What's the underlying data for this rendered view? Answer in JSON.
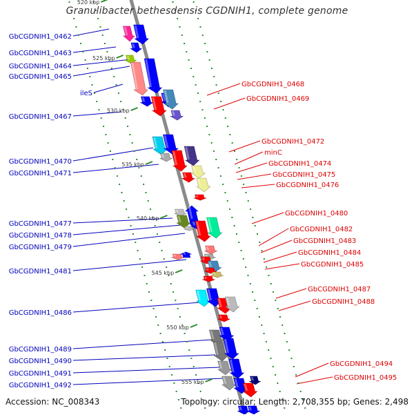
{
  "title": "Granulibacter bethesdensis CGDNIH1, complete genome",
  "footer": {
    "accession": "Accession: NC_008343",
    "topology": "Topology: circular; Length: 2,708,355 bp; Genes: 2,498"
  },
  "colors": {
    "backbone": "#8a8a8a",
    "tick": "#2a8a2a",
    "left_label": "#0000bb",
    "right_label": "#dd0000"
  },
  "scale": {
    "labels": [
      "520 kbp",
      "525 kbp",
      "530 kbp",
      "535 kbp",
      "540 kbp",
      "545 kbp",
      "550 kbp",
      "555 kbp"
    ]
  },
  "genes": {
    "left": [
      "GbCGDNIH1_0462",
      "GbCGDNIH1_0463",
      "GbCGDNIH1_0464",
      "GbCGDNIH1_0465",
      "ileS",
      "GbCGDNIH1_0467",
      "GbCGDNIH1_0470",
      "GbCGDNIH1_0471",
      "GbCGDNIH1_0477",
      "GbCGDNIH1_0478",
      "GbCGDNIH1_0479",
      "GbCGDNIH1_0481",
      "GbCGDNIH1_0486",
      "GbCGDNIH1_0489",
      "GbCGDNIH1_0490",
      "GbCGDNIH1_0491",
      "GbCGDNIH1_0492"
    ],
    "right": [
      "GbCGDNIH1_0468",
      "GbCGDNIH1_0469",
      "GbCGDNIH1_0472",
      "minC",
      "GbCGDNIH1_0474",
      "GbCGDNIH1_0475",
      "GbCGDNIH1_0476",
      "GbCGDNIH1_0480",
      "GbCGDNIH1_0482",
      "GbCGDNIH1_0483",
      "GbCGDNIH1_0484",
      "GbCGDNIH1_0485",
      "GbCGDNIH1_0487",
      "GbCGDNIH1_0488",
      "GbCGDNIH1_0494",
      "GbCGDNIH1_0495"
    ]
  }
}
